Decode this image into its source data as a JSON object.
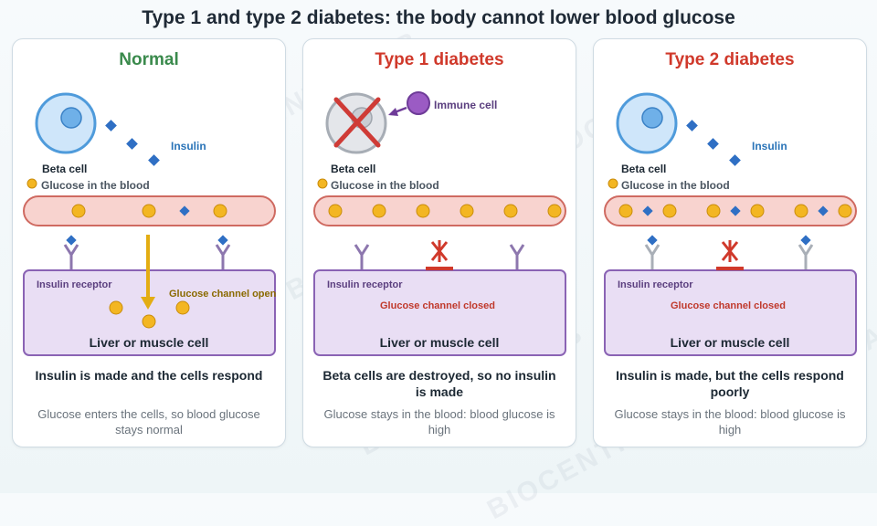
{
  "title": "Type 1 and type 2 diabetes: the body cannot lower blood glucose",
  "watermark": "BIOCENTRAL IB",
  "colors": {
    "glucose": "#f3b622",
    "insulin": "#2f6fc4",
    "beta_cell": "#5aa4e0",
    "vessel": "#f8d3cf",
    "target_cell": "#e9def4",
    "normal_heading": "#3a8a4c",
    "diabetes_heading": "#d0392b"
  },
  "panels": {
    "normal": {
      "heading": "Normal",
      "insulin_label": "Insulin",
      "beta_cell_label": "Beta cell",
      "glucose_label": "Glucose in the blood",
      "receptor_label": "Insulin receptor",
      "channel_label": "Glucose channel open",
      "cell_label": "Liver or muscle cell",
      "summary": "Insulin is made and the cells respond",
      "detail": "Glucose enters the cells, so blood glucose stays normal"
    },
    "type1": {
      "heading": "Type 1 diabetes",
      "immune_label": "Immune cell",
      "beta_cell_label": "Beta cell",
      "glucose_label": "Glucose in the blood",
      "receptor_label": "Insulin receptor",
      "channel_label": "Glucose channel closed",
      "cell_label": "Liver or muscle cell",
      "summary": "Beta cells are destroyed, so no insulin is made",
      "detail": "Glucose stays in the blood: blood glucose is high"
    },
    "type2": {
      "heading": "Type 2 diabetes",
      "insulin_label": "Insulin",
      "beta_cell_label": "Beta cell",
      "glucose_label": "Glucose in the blood",
      "receptor_label": "Insulin receptor",
      "channel_label": "Glucose channel closed",
      "cell_label": "Liver or muscle cell",
      "summary": "Insulin is made, but the cells respond poorly",
      "detail": "Glucose stays in the blood: blood glucose is high"
    }
  }
}
